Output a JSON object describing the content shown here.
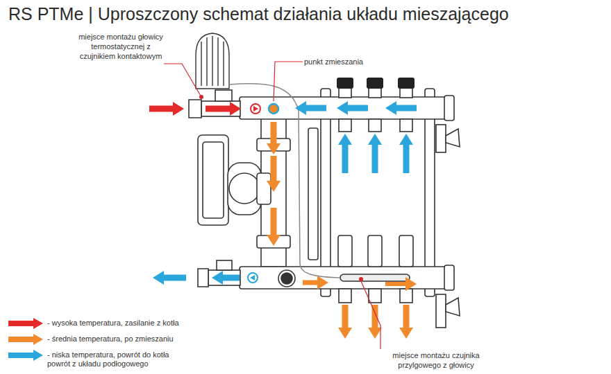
{
  "diagram": {
    "title": "RS PTMe | Uproszczony schemat działania układu mieszającego",
    "labels": [
      "miejsce montażu głowicy termostatycznej z czujnikiem kontaktowym",
      "punkt zmieszania",
      "miejsce montażu czujnika przylgowego z głowicy"
    ],
    "legend": [
      {
        "text": "- wysoka temperatura, zasilanie z kotła",
        "color": "#e52a2a"
      },
      {
        "text": "- średnia temperatura, po zmieszaniu",
        "color": "#f08a2c"
      },
      {
        "text": "- niska temperatura, powrót do kotła powrót z układu podłogowego",
        "color": "#2aa6dd"
      }
    ]
  }
}
